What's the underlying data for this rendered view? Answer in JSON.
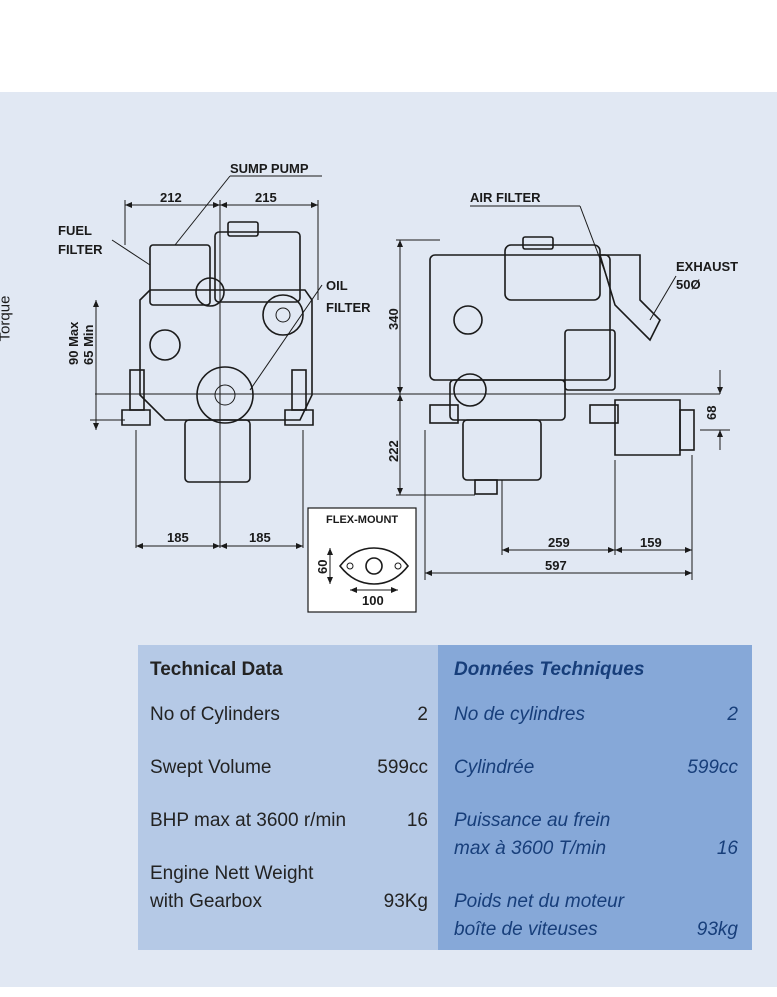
{
  "side_label": "Torque",
  "diagram": {
    "labels": {
      "sump_pump": "SUMP PUMP",
      "fuel_filter_1": "FUEL",
      "fuel_filter_2": "FILTER",
      "oil_filter_1": "OIL",
      "oil_filter_2": "FILTER",
      "air_filter": "AIR FILTER",
      "exhaust_1": "EXHAUST",
      "exhaust_2": "50Ø",
      "flex_mount": "FLEX-MOUNT"
    },
    "dimensions": {
      "front_left_top": "212",
      "front_right_top": "215",
      "front_left_bottom": "185",
      "front_right_bottom": "185",
      "height_max": "90 Max",
      "height_min": "65 Min",
      "side_upper": "340",
      "side_lower": "222",
      "side_259": "259",
      "side_159": "159",
      "side_total": "597",
      "gearbox_offset": "68",
      "mount_height": "60",
      "mount_width": "100"
    }
  },
  "technical_data": {
    "en": {
      "title": "Technical Data",
      "rows": [
        {
          "label": "No of Cylinders",
          "value": "2"
        },
        {
          "label": "Swept Volume",
          "value": "599cc"
        },
        {
          "label": "BHP max at 3600 r/min",
          "value": "16"
        },
        {
          "label": "Engine Nett Weight\nwith Gearbox",
          "value": "93Kg"
        }
      ]
    },
    "fr": {
      "title": "Données Techniques",
      "rows": [
        {
          "label": "No de cylindres",
          "value": "2"
        },
        {
          "label": "Cylindrée",
          "value": "599cc"
        },
        {
          "label": "Puissance au frein\nmax à 3600 T/min",
          "value": "16"
        },
        {
          "label": "Poids net du moteur\nboîte de viteuses",
          "value": "93kg"
        }
      ]
    }
  }
}
